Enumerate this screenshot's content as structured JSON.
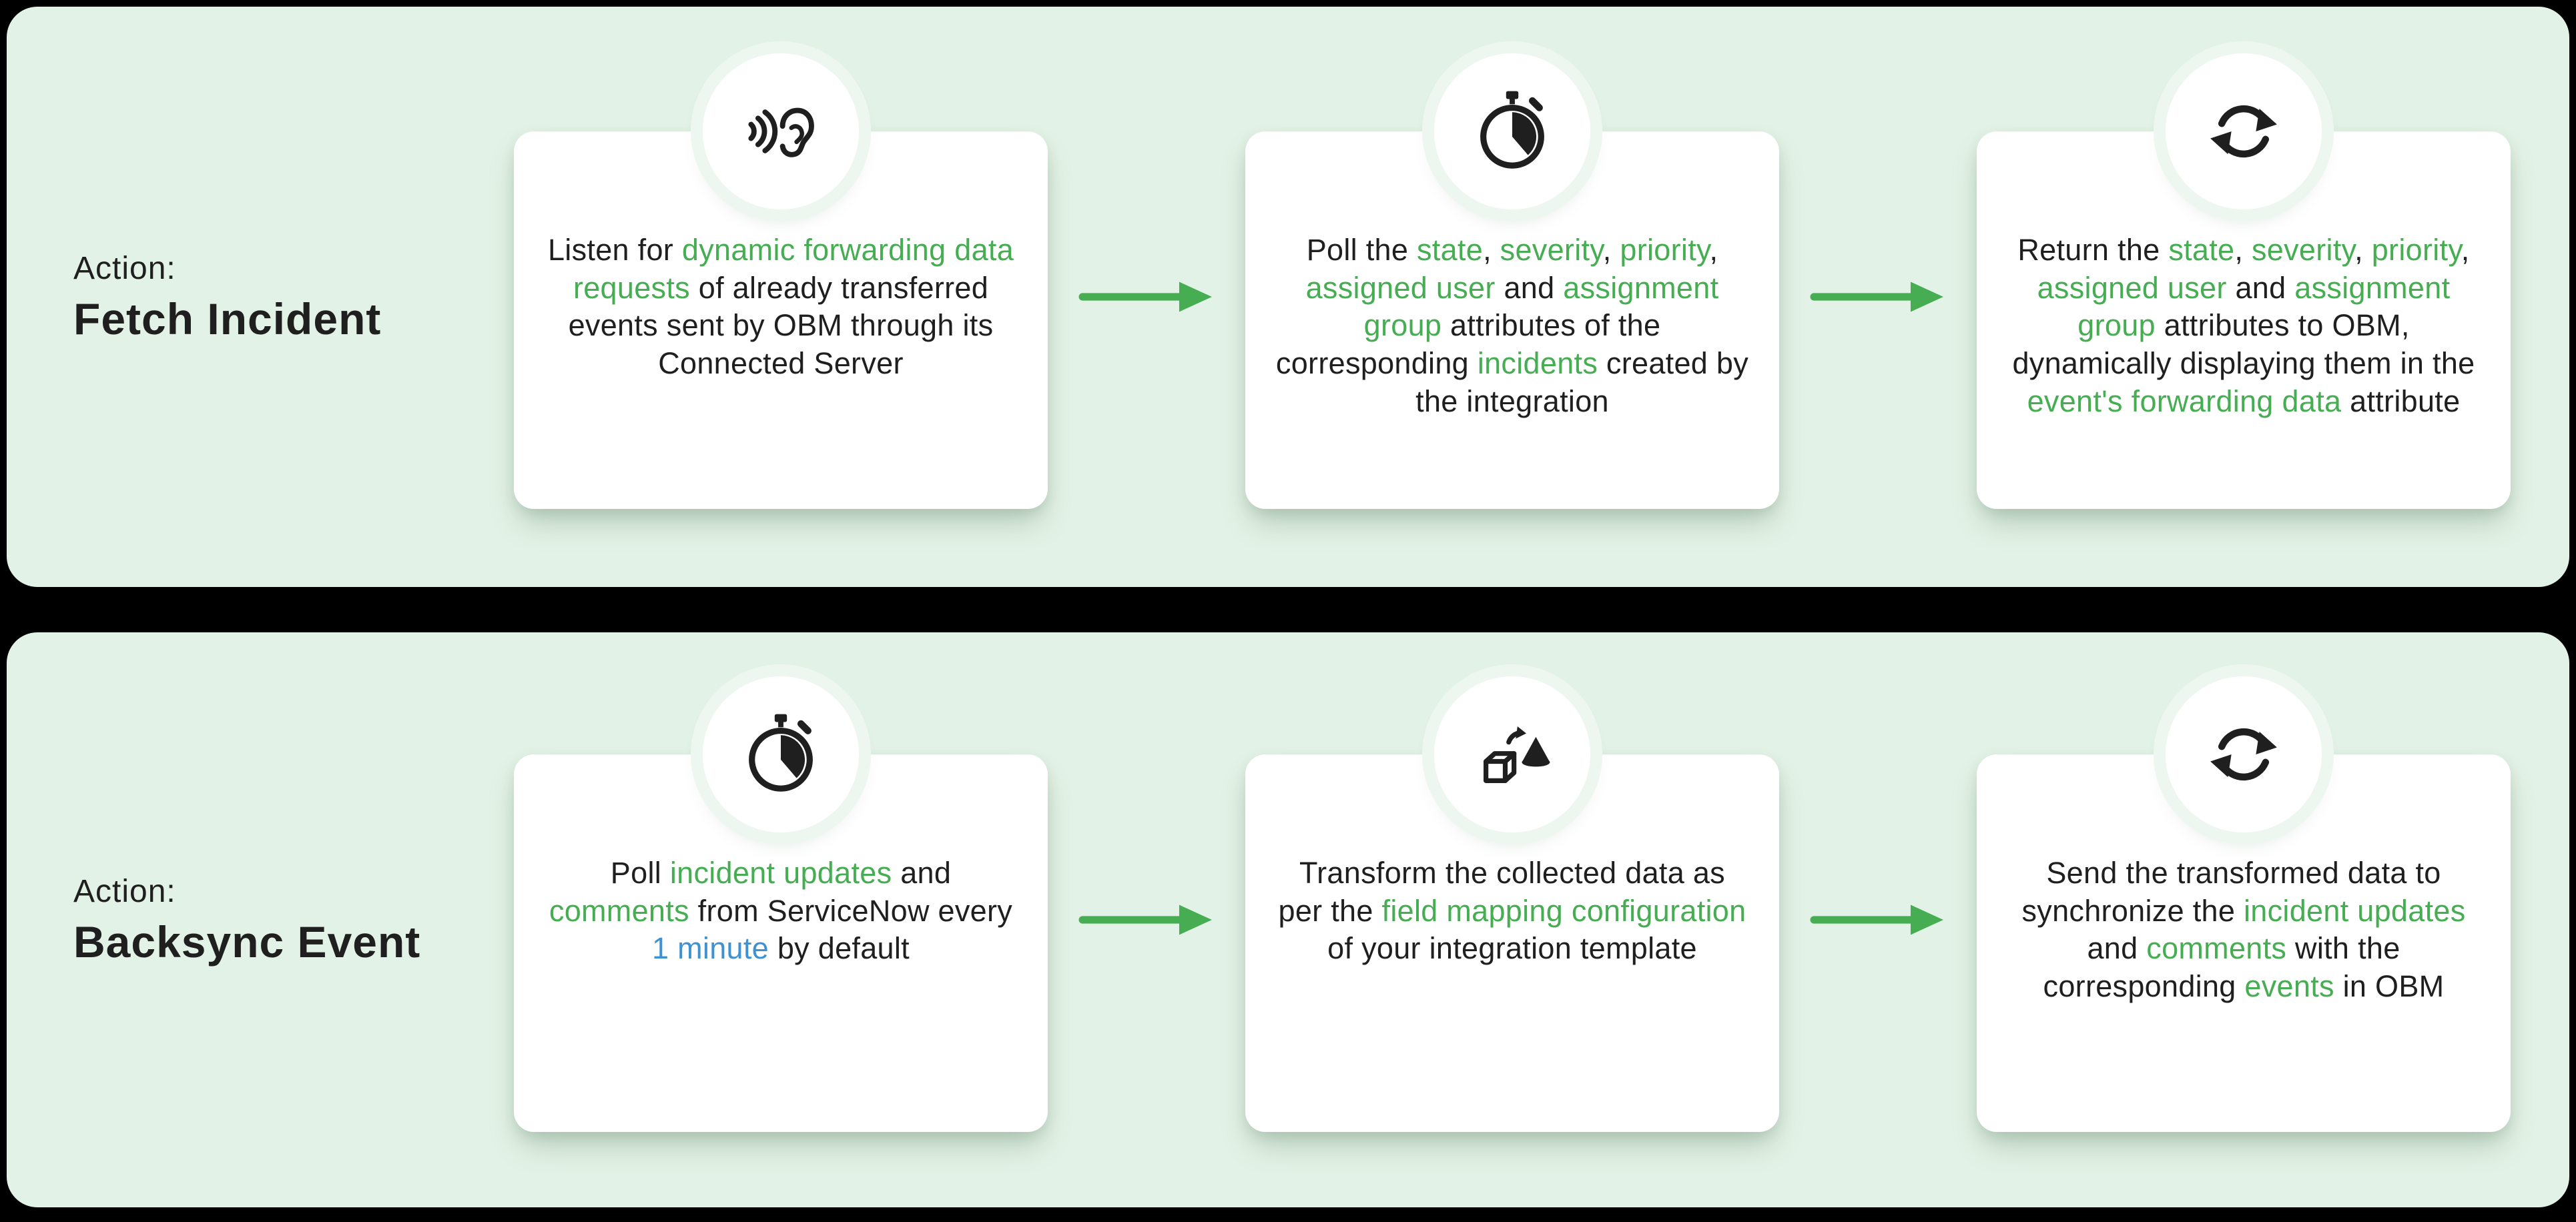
{
  "colors": {
    "panel_bg": "#e3f2e6",
    "green": "#47ad53",
    "blue": "#3f92d2",
    "dark": "#1f1f1f",
    "arrow": "#47ad53"
  },
  "panels": [
    {
      "action_kicker": "Action:",
      "action_name": "Fetch Incident",
      "cards": [
        {
          "icon": "listen-icon",
          "segments": [
            {
              "t": "Listen for "
            },
            {
              "t": "dynamic forwarding data requests",
              "c": "g"
            },
            {
              "t": " of already transferred events sent by OBM through its Connected Server"
            }
          ]
        },
        {
          "icon": "stopwatch-icon",
          "segments": [
            {
              "t": "Poll the "
            },
            {
              "t": "state",
              "c": "g"
            },
            {
              "t": ", "
            },
            {
              "t": "severity",
              "c": "g"
            },
            {
              "t": ", "
            },
            {
              "t": "priority",
              "c": "g"
            },
            {
              "t": ", "
            },
            {
              "t": "assigned user",
              "c": "g"
            },
            {
              "t": " and "
            },
            {
              "t": "assignment group",
              "c": "g"
            },
            {
              "t": " attributes of the corresponding "
            },
            {
              "t": "incidents",
              "c": "g"
            },
            {
              "t": " created by the integration"
            }
          ]
        },
        {
          "icon": "sync-icon",
          "segments": [
            {
              "t": "Return the "
            },
            {
              "t": "state",
              "c": "g"
            },
            {
              "t": ", "
            },
            {
              "t": "severity",
              "c": "g"
            },
            {
              "t": ", "
            },
            {
              "t": "priority",
              "c": "g"
            },
            {
              "t": ", "
            },
            {
              "t": "assigned user",
              "c": "g"
            },
            {
              "t": " and "
            },
            {
              "t": "assignment group",
              "c": "g"
            },
            {
              "t": " attributes to OBM, dynamically displaying them in the "
            },
            {
              "t": "event's forwarding data",
              "c": "g"
            },
            {
              "t": " attribute"
            }
          ]
        }
      ]
    },
    {
      "action_kicker": "Action:",
      "action_name": "Backsync Event",
      "cards": [
        {
          "icon": "stopwatch-icon",
          "segments": [
            {
              "t": "Poll "
            },
            {
              "t": "incident updates",
              "c": "g"
            },
            {
              "t": " and "
            },
            {
              "t": "comments",
              "c": "g"
            },
            {
              "t": " from ServiceNow every "
            },
            {
              "t": "1 minute",
              "c": "b"
            },
            {
              "t": " by default"
            }
          ]
        },
        {
          "icon": "transform-icon",
          "segments": [
            {
              "t": "Transform the collected data as per the "
            },
            {
              "t": "field mapping configuration",
              "c": "g"
            },
            {
              "t": " of your integration template"
            }
          ]
        },
        {
          "icon": "sync-icon",
          "segments": [
            {
              "t": "Send the transformed data to synchronize the "
            },
            {
              "t": "incident updates",
              "c": "g"
            },
            {
              "t": " and "
            },
            {
              "t": "comments",
              "c": "g"
            },
            {
              "t": " with the corresponding "
            },
            {
              "t": "events",
              "c": "g"
            },
            {
              "t": " in OBM"
            }
          ]
        }
      ]
    }
  ]
}
